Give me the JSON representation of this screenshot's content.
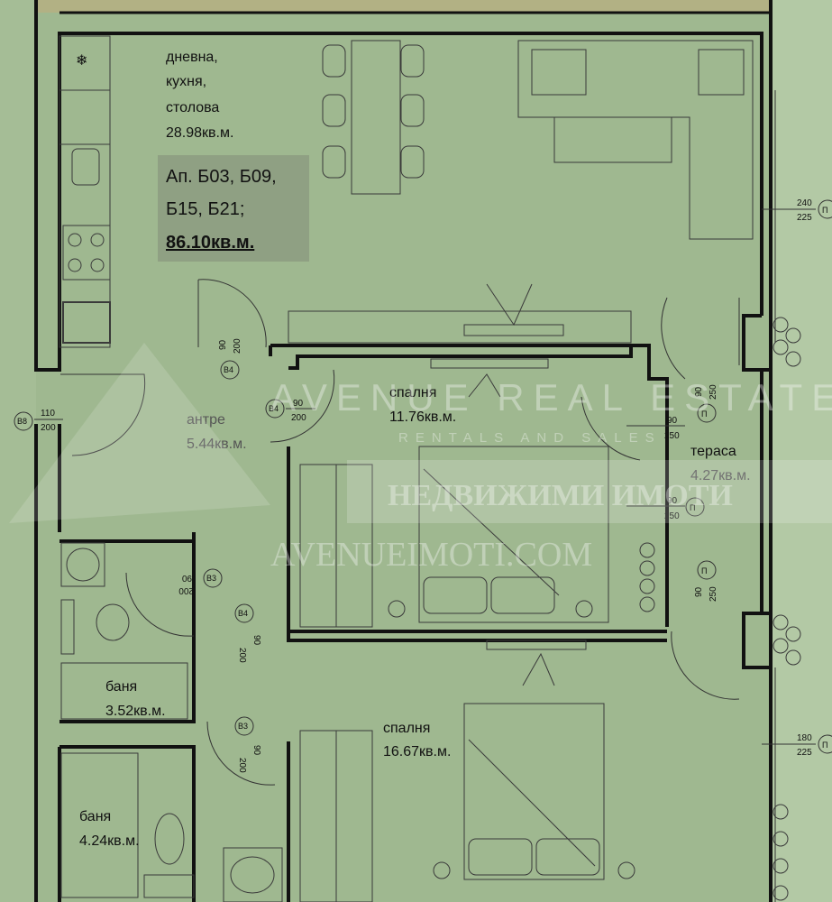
{
  "colors": {
    "background": "#9fb890",
    "walls": "#111111",
    "label_box": "#8fa083",
    "exterior": "#b3c9a5"
  },
  "rooms": {
    "living": {
      "name_lines": [
        "дневна,",
        "кухня,",
        "столова"
      ],
      "area": "28.98кв.м."
    },
    "apartment": {
      "line1": "Ап. Б03, Б09,",
      "line2": "Б15, Б21;",
      "total": "86.10кв.м."
    },
    "hall": {
      "name": "антре",
      "area": "5.44кв.м."
    },
    "bedroom1": {
      "name": "спалня",
      "area": "11.76кв.м."
    },
    "bedroom2": {
      "name": "спалня",
      "area": "16.67кв.м."
    },
    "terrace": {
      "name": "тераса",
      "area": "4.27кв.м."
    },
    "bath1": {
      "name": "баня",
      "area": "3.52кв.м."
    },
    "bath2": {
      "name": "баня",
      "area": "4.24кв.м."
    }
  },
  "tags": {
    "b8": {
      "code": "B8",
      "w": "110",
      "h": "200"
    },
    "b4_top": {
      "code": "B4",
      "w": "90",
      "h": "200"
    },
    "b4_bed1": {
      "code": "B4",
      "w": "90",
      "h": "200"
    },
    "b3_bath1": {
      "code": "B3",
      "w": "90",
      "h": "200"
    },
    "b4_mid": {
      "code": "B4",
      "w": "90",
      "h": "200"
    },
    "b3_bath2": {
      "code": "B3",
      "w": "90",
      "h": "200"
    },
    "p1_a": {
      "code": "П",
      "w": "90",
      "h": "250"
    },
    "p1_b": {
      "code": "П",
      "w": "90",
      "h": "250"
    },
    "p1_c": {
      "code": "П",
      "w": "90",
      "h": "250"
    },
    "p_door": {
      "w": "90",
      "h": "250"
    },
    "win_living": {
      "code": "П",
      "w": "240",
      "h": "225"
    },
    "win_bed2": {
      "code": "П",
      "w": "180",
      "h": "225"
    }
  },
  "watermark": {
    "line1": "AVENUE REAL ESTATE",
    "line2": "RENTALS AND SALES",
    "line3": "НЕДВИЖИМИ ИМОТИ",
    "line4": "AVENUEIMOTI.COM"
  }
}
